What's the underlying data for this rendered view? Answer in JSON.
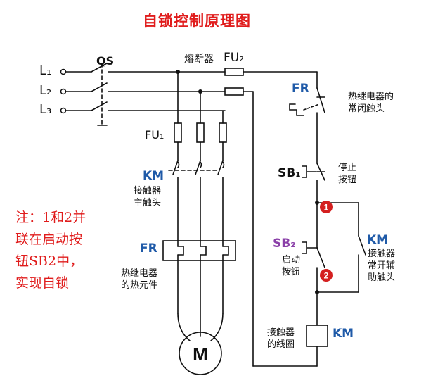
{
  "title": "自锁控制原理图",
  "note": [
    "注：1和2并",
    "联在启动按",
    "钮SB2中，",
    "实现自锁"
  ],
  "lines": {
    "l1": "L₁",
    "l2": "L₂",
    "l3": "L₃"
  },
  "qs": "QS",
  "fu2": {
    "name": "熔断器",
    "code": "FU₂"
  },
  "fu1": "FU₁",
  "km_main": {
    "code": "KM",
    "desc": [
      "接触器",
      "主触头"
    ]
  },
  "fr_heater": {
    "code": "FR",
    "desc": [
      "热继电器",
      "的热元件"
    ]
  },
  "motor": "M",
  "fr_contact": {
    "code": "FR",
    "desc": [
      "热继电器的",
      "常闭触头"
    ]
  },
  "sb1": {
    "code": "SB₁",
    "desc": [
      "停止",
      "按钮"
    ]
  },
  "sb2": {
    "code": "SB₂",
    "desc": [
      "启动",
      "按钮"
    ]
  },
  "km_aux": {
    "code": "KM",
    "desc": [
      "接触器",
      "常开辅",
      "助触头"
    ]
  },
  "coil": {
    "code": "KM",
    "desc": [
      "接触器",
      "的线圈"
    ]
  },
  "markers": [
    "1",
    "2"
  ],
  "colors": {
    "title": "#e01c1c",
    "km": "#1f5aa8",
    "sb2": "#8a3fa8",
    "marker": "#d42020"
  }
}
